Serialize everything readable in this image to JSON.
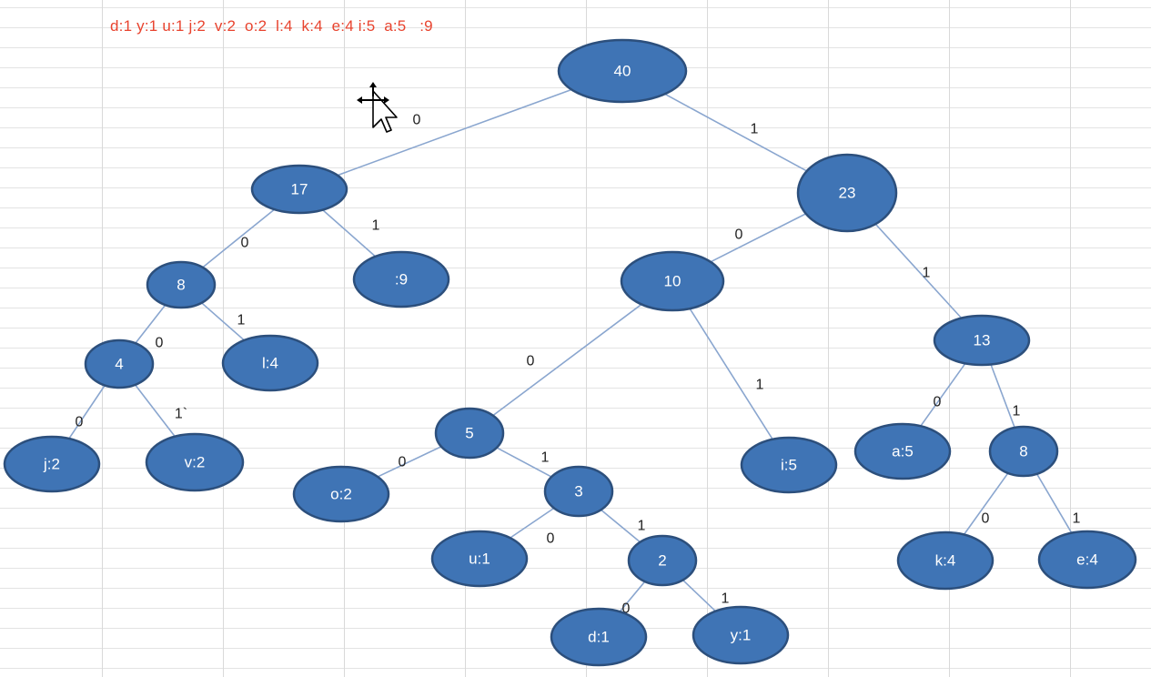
{
  "legend": "d:1 y:1 u:1 j:2  v:2  o:2  l:4  k:4  e:4 i:5  a:5   :9",
  "nodes": [
    {
      "id": "n40",
      "label": "40"
    },
    {
      "id": "n17",
      "label": "17"
    },
    {
      "id": "n23",
      "label": "23"
    },
    {
      "id": "n8a",
      "label": "8"
    },
    {
      "id": "n9",
      "label": ":9"
    },
    {
      "id": "n10",
      "label": "10"
    },
    {
      "id": "n13",
      "label": "13"
    },
    {
      "id": "n4",
      "label": "4"
    },
    {
      "id": "nl4",
      "label": "l:4"
    },
    {
      "id": "nj2",
      "label": "j:2"
    },
    {
      "id": "nv2",
      "label": "v:2"
    },
    {
      "id": "n5",
      "label": "5"
    },
    {
      "id": "ni5",
      "label": "i:5"
    },
    {
      "id": "na5",
      "label": "a:5"
    },
    {
      "id": "n8b",
      "label": "8"
    },
    {
      "id": "no2",
      "label": "o:2"
    },
    {
      "id": "n3",
      "label": "3"
    },
    {
      "id": "nu1",
      "label": "u:1"
    },
    {
      "id": "n2",
      "label": "2"
    },
    {
      "id": "nk4",
      "label": "k:4"
    },
    {
      "id": "ne4",
      "label": "e:4"
    },
    {
      "id": "nd1",
      "label": "d:1"
    },
    {
      "id": "ny1",
      "label": "y:1"
    }
  ],
  "edges": [
    {
      "from": "n40",
      "to": "n17",
      "label": "0"
    },
    {
      "from": "n40",
      "to": "n23",
      "label": "1"
    },
    {
      "from": "n17",
      "to": "n8a",
      "label": "0"
    },
    {
      "from": "n17",
      "to": "n9",
      "label": "1"
    },
    {
      "from": "n23",
      "to": "n10",
      "label": "0"
    },
    {
      "from": "n23",
      "to": "n13",
      "label": "1"
    },
    {
      "from": "n8a",
      "to": "n4",
      "label": "0"
    },
    {
      "from": "n8a",
      "to": "nl4",
      "label": "1"
    },
    {
      "from": "n4",
      "to": "nj2",
      "label": "0"
    },
    {
      "from": "n4",
      "to": "nv2",
      "label": "1`"
    },
    {
      "from": "n10",
      "to": "n5",
      "label": "0"
    },
    {
      "from": "n10",
      "to": "ni5",
      "label": "1"
    },
    {
      "from": "n13",
      "to": "na5",
      "label": "0"
    },
    {
      "from": "n13",
      "to": "n8b",
      "label": "1"
    },
    {
      "from": "n5",
      "to": "no2",
      "label": "0"
    },
    {
      "from": "n5",
      "to": "n3",
      "label": "1"
    },
    {
      "from": "n3",
      "to": "nu1",
      "label": "0"
    },
    {
      "from": "n3",
      "to": "n2",
      "label": "1"
    },
    {
      "from": "n8b",
      "to": "nk4",
      "label": "0"
    },
    {
      "from": "n8b",
      "to": "ne4",
      "label": "1"
    },
    {
      "from": "n2",
      "to": "nd1",
      "label": "0"
    },
    {
      "from": "n2",
      "to": "ny1",
      "label": "1"
    }
  ]
}
